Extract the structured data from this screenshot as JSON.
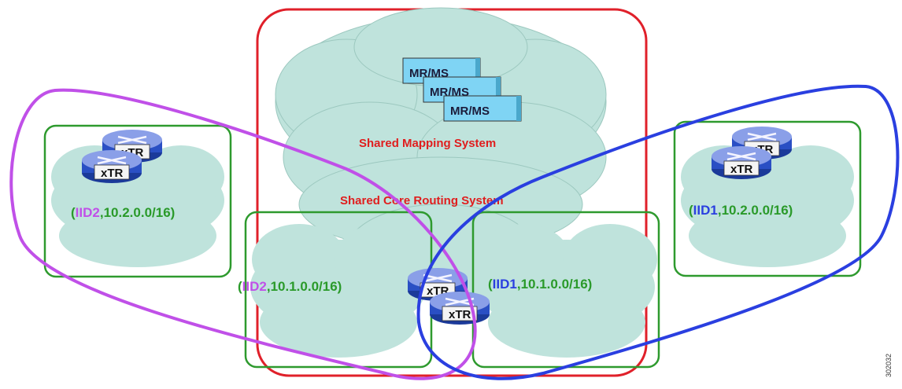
{
  "mapping": {
    "title": "Shared Mapping System",
    "servers": [
      "MR/MS",
      "MR/MS",
      "MR/MS"
    ]
  },
  "core": {
    "title": "Shared Core Routing System"
  },
  "sites": {
    "left_top": {
      "iid": "IID2",
      "prefix": ",10.2.0.0/16)",
      "routers": [
        "xTR",
        "xTR"
      ]
    },
    "center_left": {
      "iid": "IID2",
      "prefix": ",10.1.0.0/16)"
    },
    "center_right": {
      "iid": "IID1",
      "prefix": ",10.1.0.0/16)"
    },
    "right_top": {
      "iid": "IID1",
      "prefix": ",10.2.0.0/16)",
      "routers": [
        "xTR",
        "xTR"
      ]
    },
    "center_routers": [
      "xTR",
      "xTR"
    ]
  },
  "colors": {
    "vpn_iid2": "#c050e8",
    "vpn_iid1": "#2a3fe0",
    "shared_box": "#e0202a",
    "site_box": "#2e9a2e",
    "cloud": "#bfe3dc",
    "title_red": "#e01e1e",
    "prefix_green": "#2a9a2a",
    "server_fill": "#7fd4f4"
  },
  "figure_id": "302032"
}
